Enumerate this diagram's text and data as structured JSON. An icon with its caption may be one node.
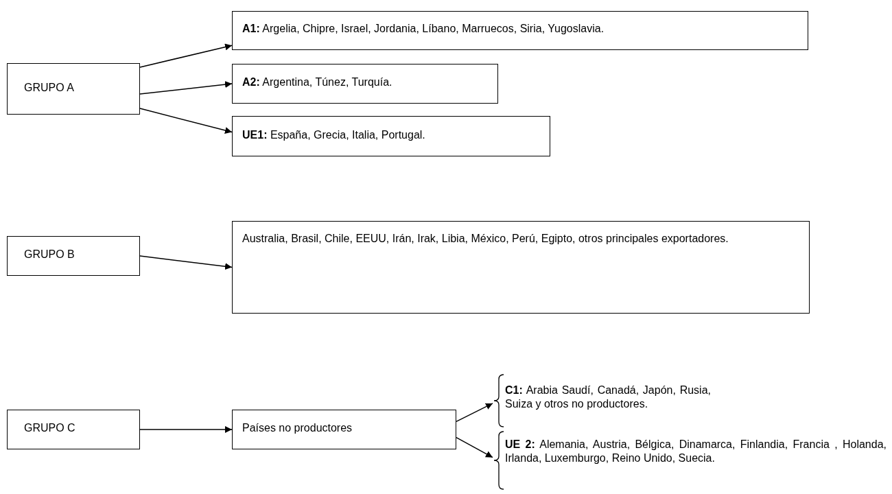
{
  "diagram": {
    "nodes": [
      {
        "text": [
          "GRUPO A"
        ]
      },
      {
        "text": [
          "**A1:** Argelia, Chipre, Israel, Jordania, Líbano, Marruecos, Siria, Yugoslavia."
        ]
      },
      {
        "text": [
          "**A2:** Argentina, Túnez, Turquía."
        ]
      },
      {
        "text": [
          "**UE1:** España, Grecia, Italia, Portugal."
        ]
      },
      {
        "text": [
          "GRUPO B"
        ]
      },
      {
        "text": [
          "Australia, Brasil, Chile, EEUU, Irán, Irak, Libia, México, Perú, Egipto, otros principales exportadores."
        ]
      },
      {
        "text": [
          "GRUPO C"
        ]
      },
      {
        "text": [
          "Países no productores"
        ]
      },
      {
        "text": [
          "**C1:** Arabia Saudí, Canadá, Japón, Rusia, Suiza y otros no productores."
        ]
      },
      {
        "text": [
          "**UE 2:** Alemania, Austria, Bélgica, Dinamarca, Finlandia, Francia , Holanda, Irlanda, Luxemburgo, Reino Unido, Suecia."
        ]
      }
    ],
    "edges": [
      {
        "from": 0,
        "to": 1,
        "arrow": "to"
      },
      {
        "from": 0,
        "to": 2,
        "arrow": "to"
      },
      {
        "from": 0,
        "to": 3,
        "arrow": "to"
      },
      {
        "from": 4,
        "to": 5,
        "arrow": "to"
      },
      {
        "from": 6,
        "to": 7,
        "arrow": "to"
      },
      {
        "from": 7,
        "to": 8,
        "arrow": "to"
      },
      {
        "from": 7,
        "to": 9,
        "arrow": "to"
      }
    ]
  }
}
